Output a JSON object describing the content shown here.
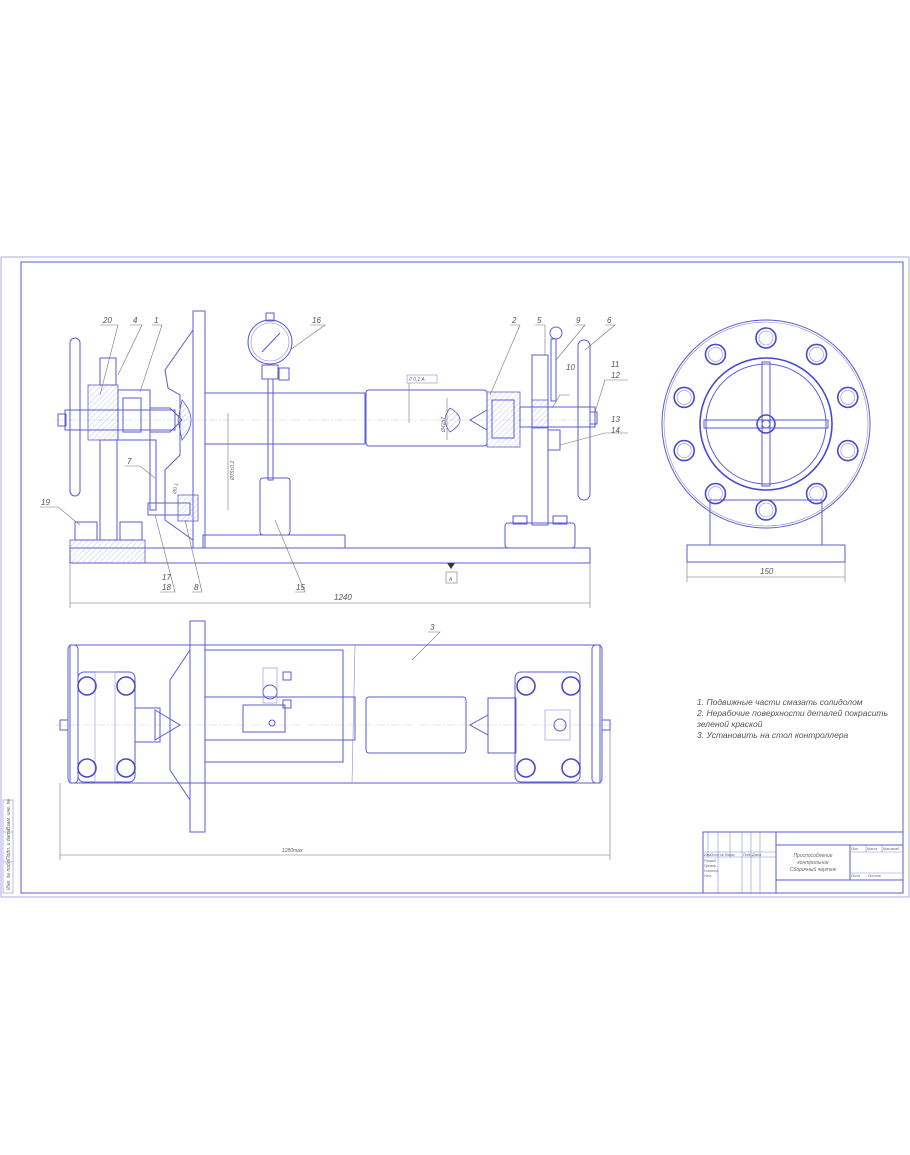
{
  "drawing": {
    "part_labels": {
      "p1": "1",
      "p2": "2",
      "p3": "3",
      "p4": "4",
      "p5": "5",
      "p6": "6",
      "p7": "7",
      "p8": "8",
      "p9": "9",
      "p10": "10",
      "p11": "11",
      "p12": "12",
      "p13": "13",
      "p14": "14",
      "p15": "15",
      "p16": "16",
      "p17": "17",
      "p18": "18",
      "p19": "19",
      "p20": "20"
    },
    "dimensions": {
      "front_length": "1240",
      "top_length": "1280max",
      "side_width": "150",
      "shaft_dia": "Ø75±0,2",
      "center_dia": "Ø42h7",
      "small_dim": "Ø0,1",
      "datum": "A",
      "tolerance_frame": "// 0,1 A"
    },
    "notes": [
      "1. Подвижные части смазать солидолом",
      "2. Нерабочие поверхности деталей покрасить",
      "зеленой краской",
      "3. Установить на стол контроллера"
    ],
    "title_block": {
      "title_line1": "Приспособление",
      "title_line2": "контрольное",
      "title_line3": "Сборочный чертеж",
      "col_headers": [
        "Изм.",
        "Лист",
        "№ докум.",
        "Подп.",
        "Дата"
      ],
      "row_labels": [
        "Разраб.",
        "Провер.",
        "Н.контр.",
        "Утв."
      ],
      "lit": "Лит.",
      "mass": "Масса",
      "scale": "Масштаб",
      "sheet": "Лист",
      "sheets": "Листов"
    },
    "side_stamp": [
      "Инв. № подл.",
      "Подп. и дата",
      "Взам. инв. №"
    ]
  }
}
